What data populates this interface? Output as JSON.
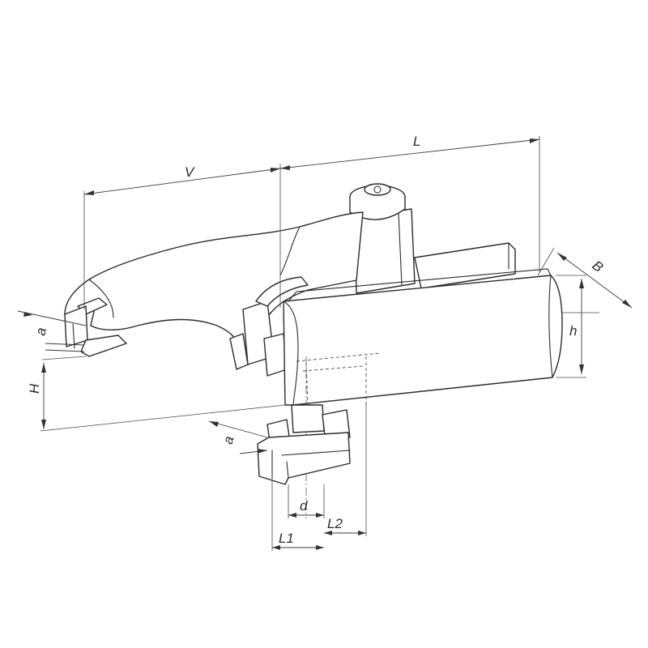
{
  "labels": {
    "V": "V",
    "L": "L",
    "B": "B",
    "h": "h",
    "H": "H",
    "a_top": "a",
    "a_bottom": "a",
    "d": "d",
    "L1": "L1",
    "L2": "L2"
  },
  "colors": {
    "line": "#2b2b2b",
    "background": "#ffffff"
  }
}
